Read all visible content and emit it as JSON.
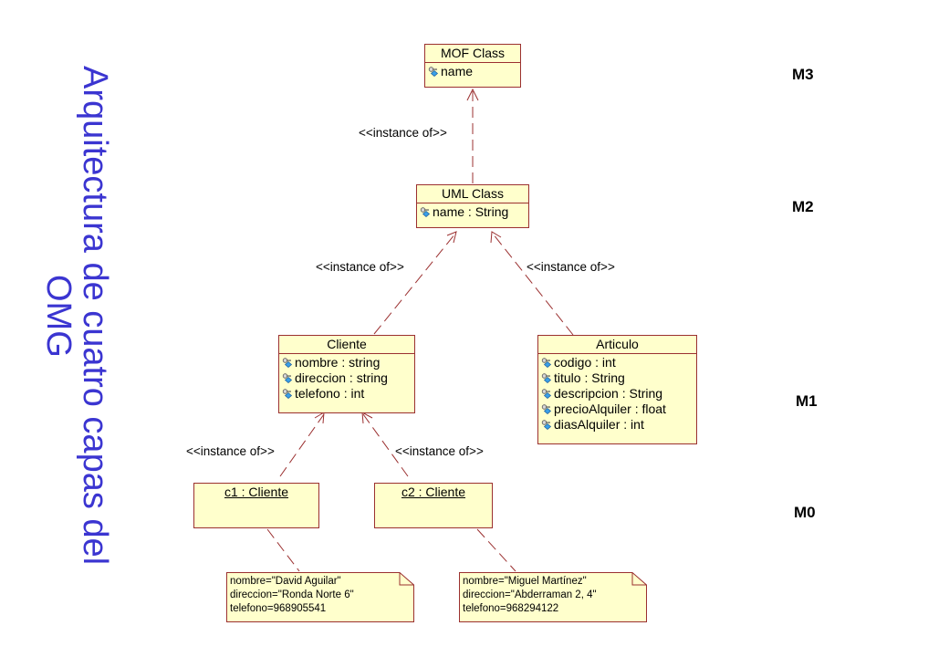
{
  "title": "Arquitectura de cuatro capas del OMG",
  "layers": {
    "m3": "M3",
    "m2": "M2",
    "m1": "M1",
    "m0": "M0"
  },
  "stereotype": "<<instance of>>",
  "classes": {
    "mof": {
      "name": "MOF Class",
      "attrs": [
        "name"
      ]
    },
    "uml": {
      "name": "UML Class",
      "attrs": [
        "name : String"
      ]
    },
    "cliente": {
      "name": "Cliente",
      "attrs": [
        "nombre : string",
        "direccion : string",
        "telefono : int"
      ]
    },
    "articulo": {
      "name": "Articulo",
      "attrs": [
        "codigo : int",
        "titulo : String",
        "descripcion : String",
        "precioAlquiler : float",
        "diasAlquiler : int"
      ]
    }
  },
  "objects": {
    "c1": "c1 : Cliente",
    "c2": "c2 : Cliente"
  },
  "notes": {
    "c1": [
      "nombre=\"David Aguilar\"",
      "direccion=\"Ronda Norte 6\"",
      "telefono=968905541"
    ],
    "c2": [
      "nombre=\"Miguel Martínez\"",
      "direccion=\"Abderraman 2, 4\"",
      "telefono=968294122"
    ]
  },
  "colors": {
    "title": "#3b35d1",
    "box_fill": "#ffffcc",
    "box_border": "#9b3030"
  },
  "icons": {
    "attribute": "attribute-icon"
  }
}
